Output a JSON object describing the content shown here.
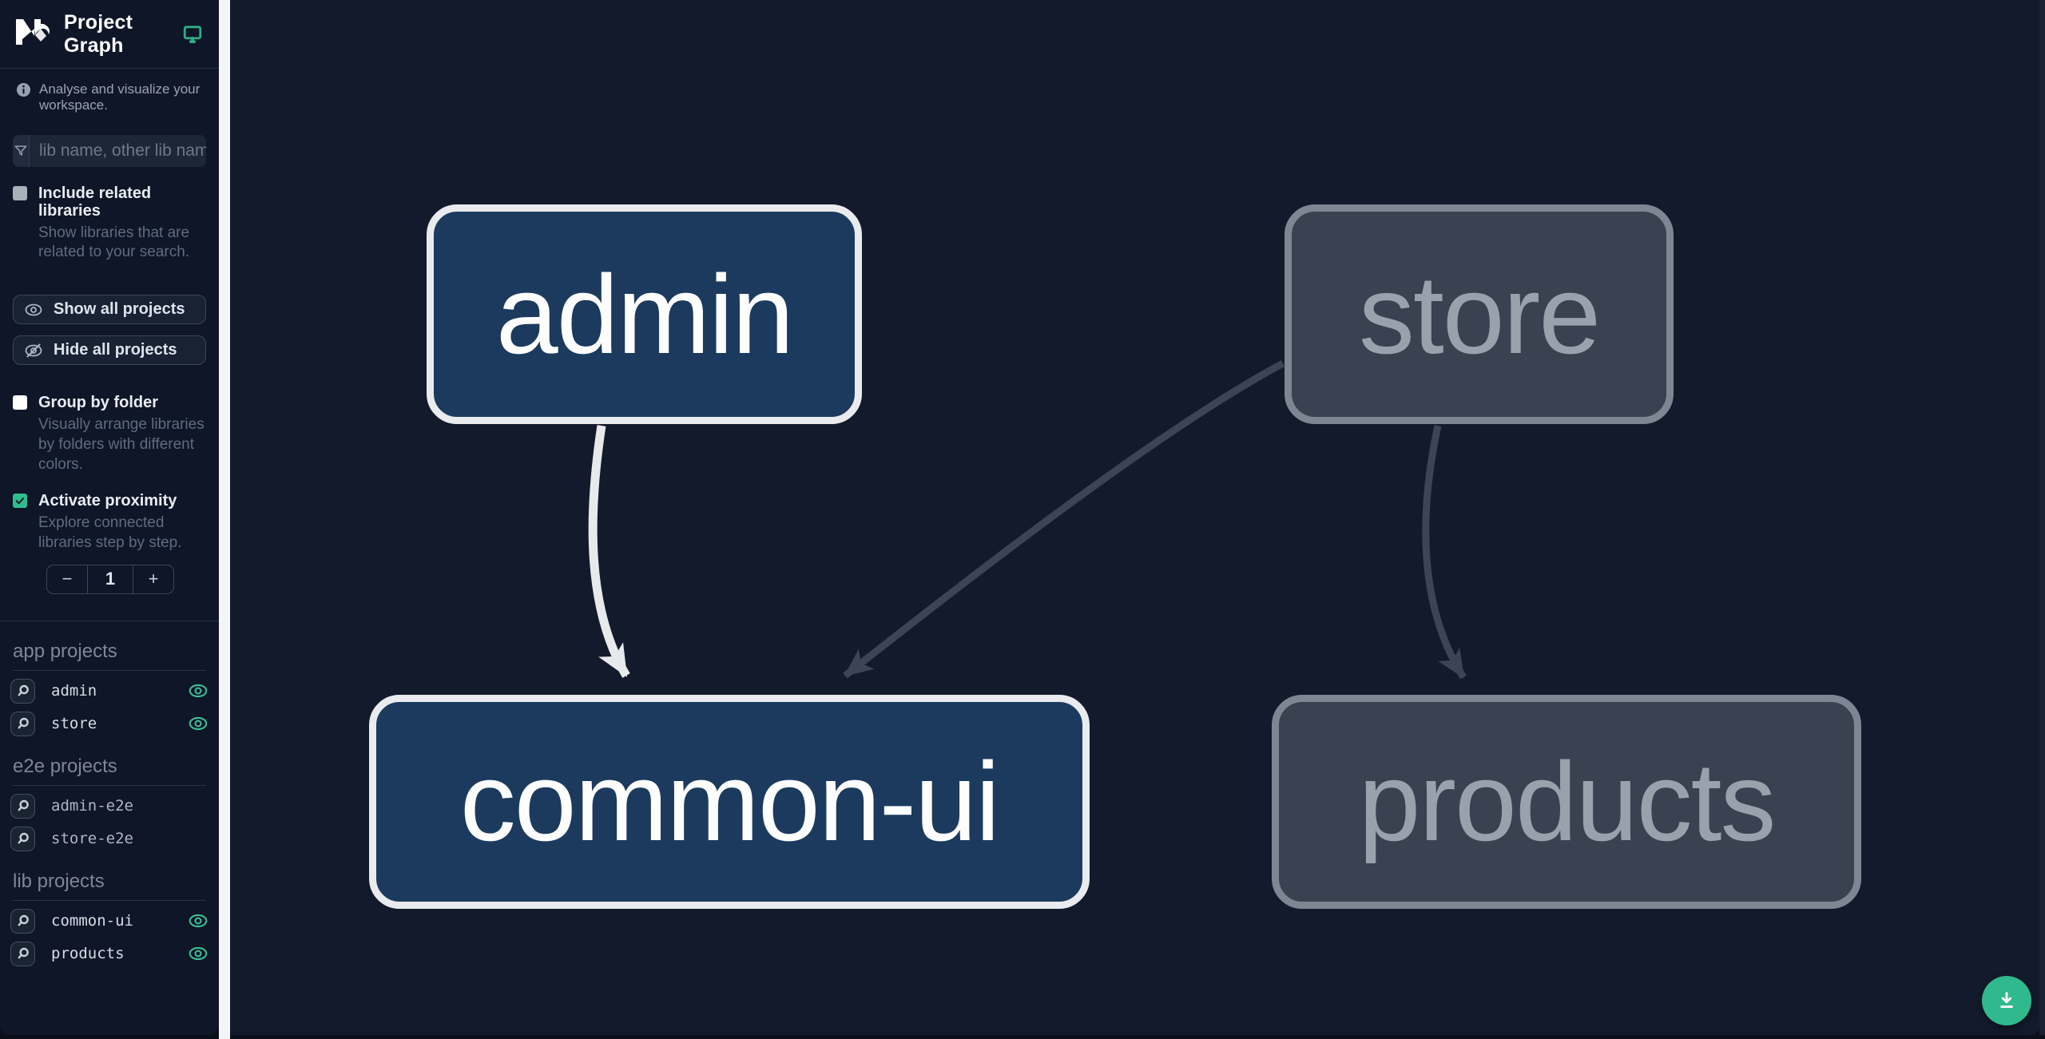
{
  "app": {
    "title": "Project Graph"
  },
  "sidebar": {
    "tagline": "Analyse and visualize your workspace.",
    "search": {
      "placeholder": "lib name, other lib name"
    },
    "filters": {
      "include_related": {
        "label": "Include related libraries",
        "description": "Show libraries that are related to your search.",
        "checked": false
      },
      "group_by_folder": {
        "label": "Group by folder",
        "description": "Visually arrange libraries by folders with different colors.",
        "checked": false
      },
      "activate_proximity": {
        "label": "Activate proximity",
        "description": "Explore connected libraries step by step.",
        "checked": true
      }
    },
    "actions": {
      "show_all": "Show all projects",
      "hide_all": "Hide all projects"
    },
    "proximity": {
      "value": "1",
      "decrement": "−",
      "increment": "+"
    },
    "sections": [
      {
        "title": "app projects",
        "items": [
          {
            "name": "admin",
            "visible_in_graph": true
          },
          {
            "name": "store",
            "visible_in_graph": true
          }
        ]
      },
      {
        "title": "e2e projects",
        "items": [
          {
            "name": "admin-e2e",
            "visible_in_graph": false
          },
          {
            "name": "store-e2e",
            "visible_in_graph": false
          }
        ]
      },
      {
        "title": "lib projects",
        "items": [
          {
            "name": "common-ui",
            "visible_in_graph": true
          },
          {
            "name": "products",
            "visible_in_graph": true
          }
        ]
      }
    ]
  },
  "graph": {
    "nodes": [
      {
        "id": "admin",
        "label": "admin",
        "state": "focused"
      },
      {
        "id": "store",
        "label": "store",
        "state": "muted"
      },
      {
        "id": "common-ui",
        "label": "common-ui",
        "state": "focused"
      },
      {
        "id": "products",
        "label": "products",
        "state": "muted"
      }
    ],
    "edges": [
      {
        "from": "admin",
        "to": "common-ui",
        "state": "focused"
      },
      {
        "from": "store",
        "to": "common-ui",
        "state": "muted"
      },
      {
        "from": "store",
        "to": "products",
        "state": "muted"
      }
    ]
  },
  "fab": {
    "action": "download-graph-image"
  },
  "colors": {
    "accent_green": "#30b98c",
    "eye_green": "#3cbf92",
    "node_focused_bg": "#1b3a5e",
    "node_focused_border": "#e9ebee",
    "node_muted_bg": "#3a4150",
    "node_muted_border": "#7e8694",
    "edge_focused": "#e8e9eb",
    "edge_muted": "#3d4453",
    "sidebar_bg": "#0e1627",
    "canvas_bg": "#131a2b"
  }
}
